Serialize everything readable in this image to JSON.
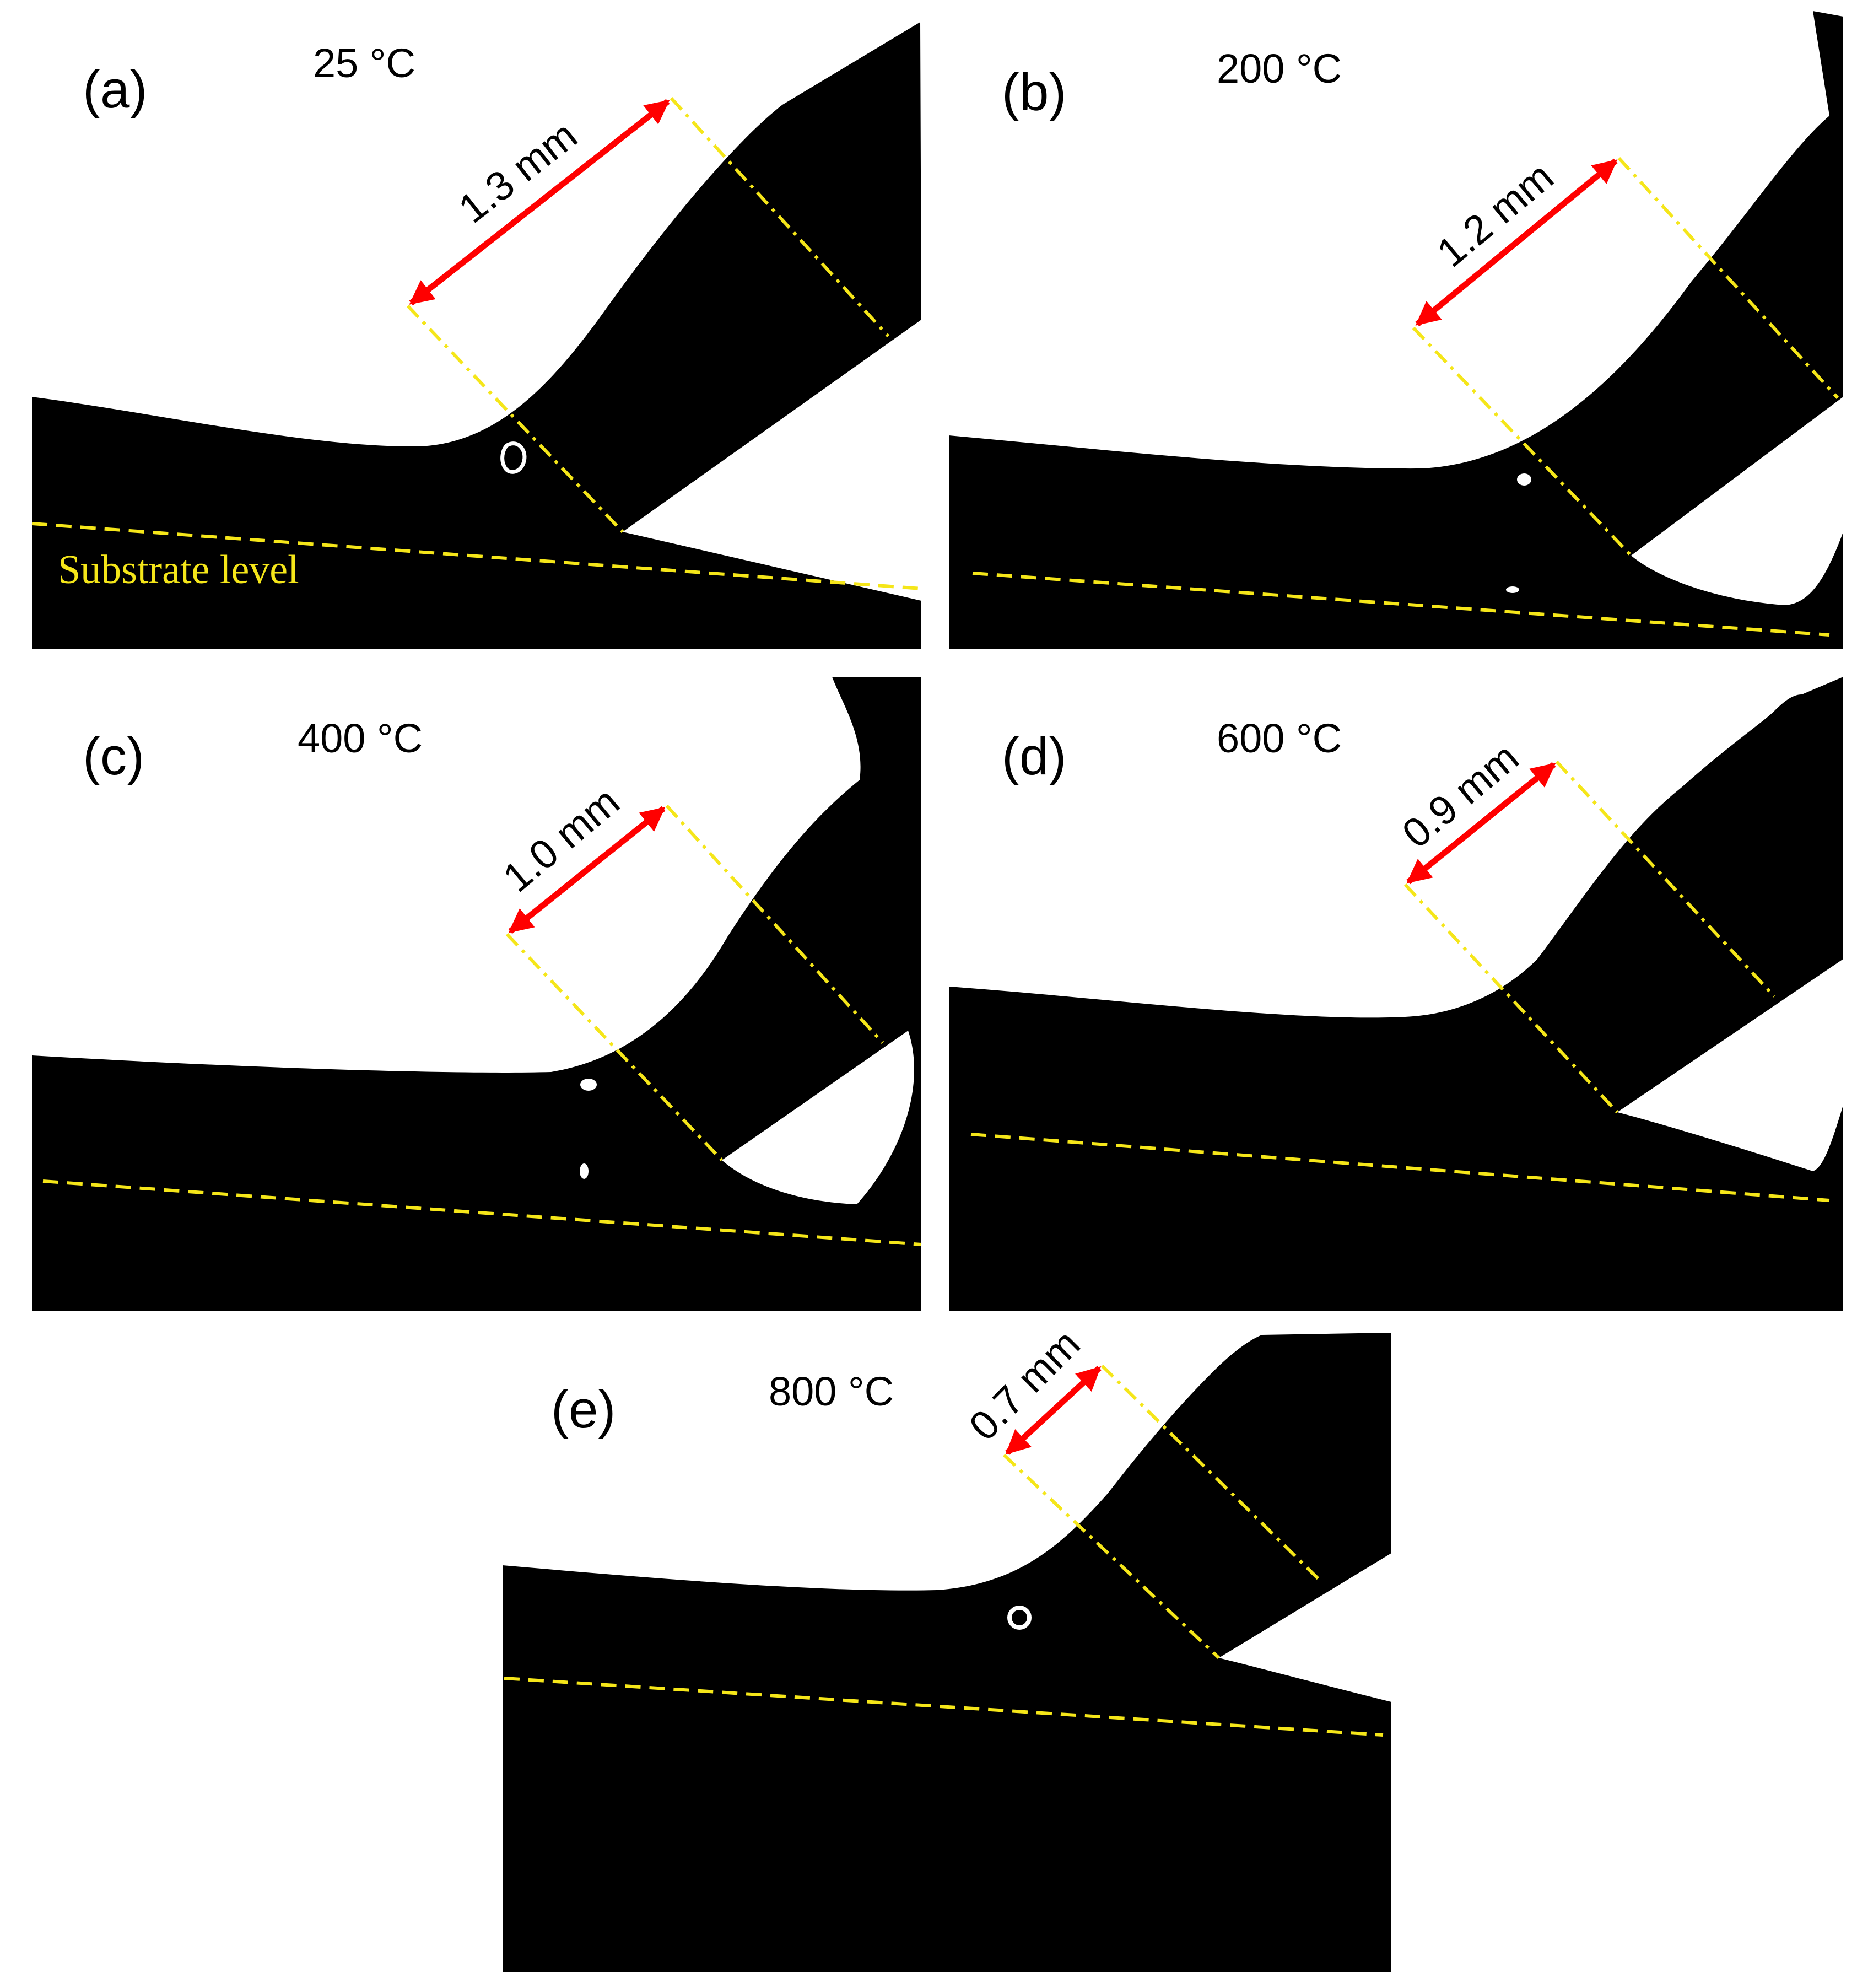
{
  "colors": {
    "sample": "#000000",
    "background": "#ffffff",
    "guide": "#f5e619",
    "arrow": "#ff0000"
  },
  "panels": [
    {
      "label": "(a)",
      "temperature": "25 °C",
      "width": "1.3 mm"
    },
    {
      "label": "(b)",
      "temperature": "200 °C",
      "width": "1.2 mm"
    },
    {
      "label": "(c)",
      "temperature": "400 °C",
      "width": "1.0 mm"
    },
    {
      "label": "(d)",
      "temperature": "600 °C",
      "width": "0.9 mm"
    },
    {
      "label": "(e)",
      "temperature": "800 °C",
      "width": "0.7 mm"
    }
  ],
  "substrate_label": "Substrate level"
}
